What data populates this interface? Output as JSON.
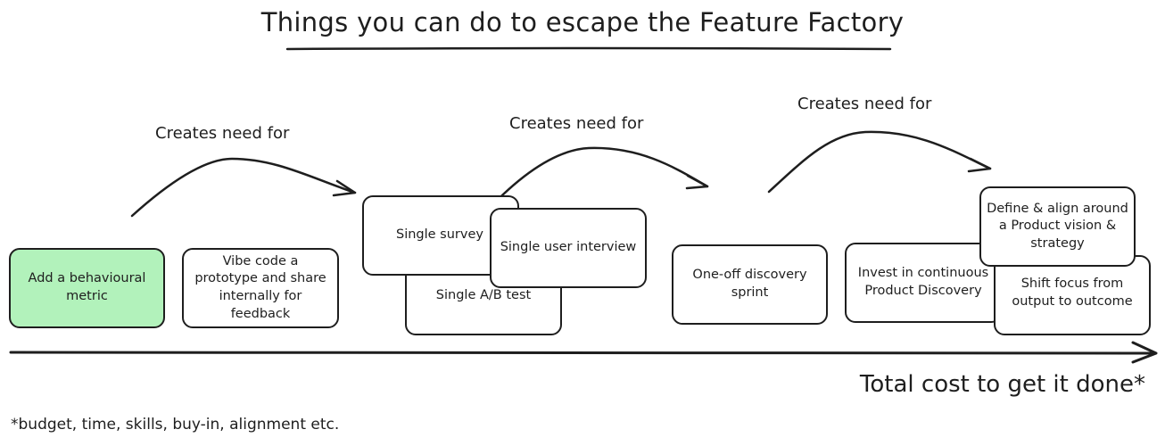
{
  "title": "Things you can do to escape the Feature Factory",
  "arrow_labels": [
    "Creates need for",
    "Creates need for",
    "Creates need for"
  ],
  "boxes": {
    "metric": "Add a behavioural metric",
    "vibe": "Vibe code a prototype and share internally for feedback",
    "survey": "Single survey",
    "ab_test": "Single A/B test",
    "interview": "Single user interview",
    "sprint": "One-off discovery sprint",
    "continuous": "Invest in continuous Product Discovery",
    "outcome": "Shift focus from output to outcome",
    "vision": "Define & align around a Product vision & strategy"
  },
  "axis_label": "Total cost to get it done*",
  "footnote": "*budget, time, skills, buy-in, alignment etc.",
  "colors": {
    "highlight": "#b2f2bb",
    "stroke": "#1e1e1e"
  }
}
